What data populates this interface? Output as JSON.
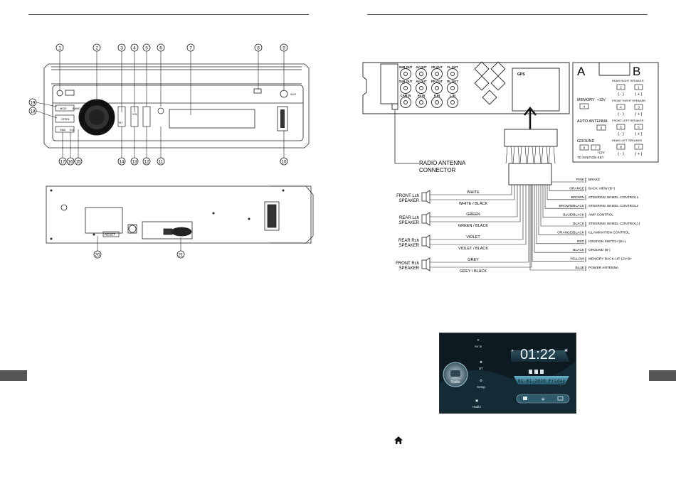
{
  "front_panel": {
    "callouts_top": [
      "1",
      "2",
      "3",
      "4",
      "5",
      "6",
      "7",
      "8",
      "9"
    ],
    "callouts_left": [
      "19",
      "18"
    ],
    "callouts_bottom": [
      "17",
      "16",
      "15",
      "14",
      "13",
      "12",
      "11",
      "10"
    ],
    "button_labels": {
      "mod": "MOD",
      "band": "BAND",
      "open": "OPEN",
      "eq": "EQ",
      "snd": "SND",
      "aux": "AUX",
      "vol": "VOL",
      "tilt": "TILT"
    }
  },
  "rear_panel": {
    "callouts": [
      "20",
      "21"
    ],
    "reset_label": "RESET"
  },
  "wiring": {
    "rca_top": [
      "SUB OUT",
      "AV OUT",
      "FR OUT",
      "FL OUT"
    ],
    "rca_mid": [
      "SUB OUT",
      "AV OUT",
      "RR OUT",
      "RL OUT"
    ],
    "rca_bot": [
      "CAM IN",
      "AV IN",
      "R IN",
      "L IN"
    ],
    "gps_label": "GPS",
    "antenna_label_1": "RADIO ANTENNA",
    "antenna_label_2": "CONNECTOR",
    "connector_a": "A",
    "connector_b": "B",
    "memory_label": "MEMORY",
    "memory_v": "+12V",
    "memory_pin": "4",
    "auto_antenna_label": "AUTO ANTENNA",
    "auto_antenna_pin": "5",
    "ground_label": "GROUND",
    "ground_pins": [
      "8",
      "7"
    ],
    "ignition_v": "+12V",
    "ignition_label": "TO IGNITION KEY",
    "b_speakers": [
      {
        "name": "REAR RIGHT SPEAKER",
        "pins": [
          "2",
          "1"
        ]
      },
      {
        "name": "FRONT RIGHT SPEAKER",
        "pins": [
          "4",
          "3"
        ]
      },
      {
        "name": "FRONT LEFT SPEAKER",
        "pins": [
          "6",
          "5"
        ]
      },
      {
        "name": "REAR LEFT SPEAKER",
        "pins": [
          "8",
          "7"
        ]
      }
    ],
    "minus": "( - )",
    "plus": "( + )",
    "speakers": [
      {
        "line1": "FRONT Lch",
        "line2": "SPEAKER",
        "wire1": "WHITE",
        "wire2": "WHITE / BLACK"
      },
      {
        "line1": "REAR Lch",
        "line2": "SPEAKER",
        "wire1": "GREEN",
        "wire2": "GREEN / BLACK"
      },
      {
        "line1": "REAR Rch",
        "line2": "SPEAKER",
        "wire1": "VIOLET",
        "wire2": "VIOLET / BLACK"
      },
      {
        "line1": "FRONT Rch",
        "line2": "SPEAKER",
        "wire1": "GREY",
        "wire2": "GREY / BLACK"
      }
    ],
    "wires_right": [
      {
        "color": "PINK",
        "function": "BRAKE"
      },
      {
        "color": "ORANGE",
        "function": "BACK VIEW (B+)"
      },
      {
        "color": "BROWN",
        "function": "STEERING WHEEL CONTROL1"
      },
      {
        "color": "BROWN/BLACK",
        "function": "STEERING WHEEL CONTROL2"
      },
      {
        "color": "BLUE/BLACK",
        "function": "AMP  CONTROL"
      },
      {
        "color": "BLACK",
        "function": "STEERING WHEEL CONTROL(-)"
      },
      {
        "color": "ORANGE/BLACK",
        "function": "ILLAMINATION  CONTROL"
      },
      {
        "color": "RED",
        "function": "IGNITION SWITCH (B+)"
      },
      {
        "color": "BLACK",
        "function": "GROUND (B-)"
      },
      {
        "color": "YELLOW",
        "function": "MEMORY BACK-UP 12V B+"
      },
      {
        "color": "BLUE",
        "function": "POWER ANTENNA"
      }
    ]
  },
  "screen": {
    "time": "01:22",
    "date": "01-01-2010  Friday",
    "menu": [
      "AV in",
      "BT",
      "Setup",
      "Radio"
    ],
    "radio_label": "Radio"
  },
  "colors": {
    "tab": "#555555",
    "screen_bg": "#0e1a22",
    "screen_accent": "#4a9cb8"
  }
}
